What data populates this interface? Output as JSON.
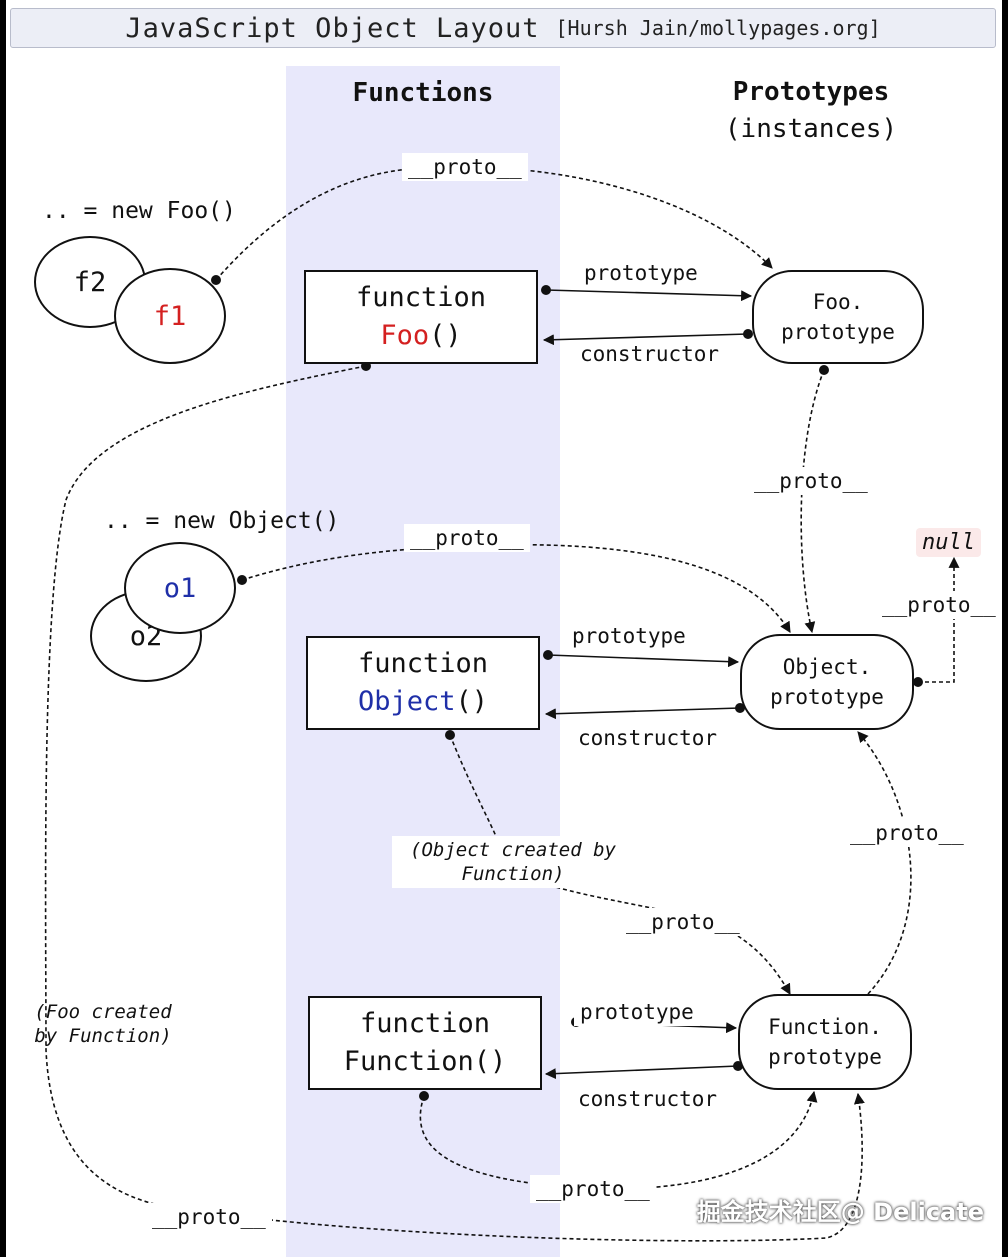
{
  "title": {
    "main": "JavaScript Object Layout",
    "credit": "[Hursh Jain/mollypages.org]"
  },
  "columns": {
    "functions": "Functions",
    "prototypes": "Prototypes",
    "prototypes_sub": "(instances)"
  },
  "expressions": {
    "new_foo": ".. = new Foo()",
    "new_object": ".. = new Object()"
  },
  "instances": {
    "f1": "f1",
    "f2": "f2",
    "o1": "o1",
    "o2": "o2"
  },
  "functions": {
    "foo": {
      "keyword": "function",
      "name": "Foo",
      "parens": "()"
    },
    "object": {
      "keyword": "function",
      "name": "Object",
      "parens": "()"
    },
    "function": {
      "keyword": "function",
      "name": "Function()"
    }
  },
  "prototypes": {
    "foo": {
      "line1": "Foo.",
      "line2": "prototype"
    },
    "object": {
      "line1": "Object.",
      "line2": "prototype"
    },
    "function": {
      "line1": "Function.",
      "line2": "prototype"
    }
  },
  "edge_labels": {
    "proto": "__proto__",
    "prototype": "prototype",
    "constructor": "constructor"
  },
  "notes": {
    "object_by_function_1": "(Object created by",
    "object_by_function_2": "Function)",
    "foo_by_function_1": "(Foo created",
    "foo_by_function_2": "by Function)"
  },
  "null_label": "null",
  "watermark": "掘金技术社区@ Delicate",
  "colors": {
    "foo_name": "#d42020",
    "object_name": "#1f2fa8",
    "band": "#e8e8fb",
    "null_bg": "#fbe9e9"
  }
}
